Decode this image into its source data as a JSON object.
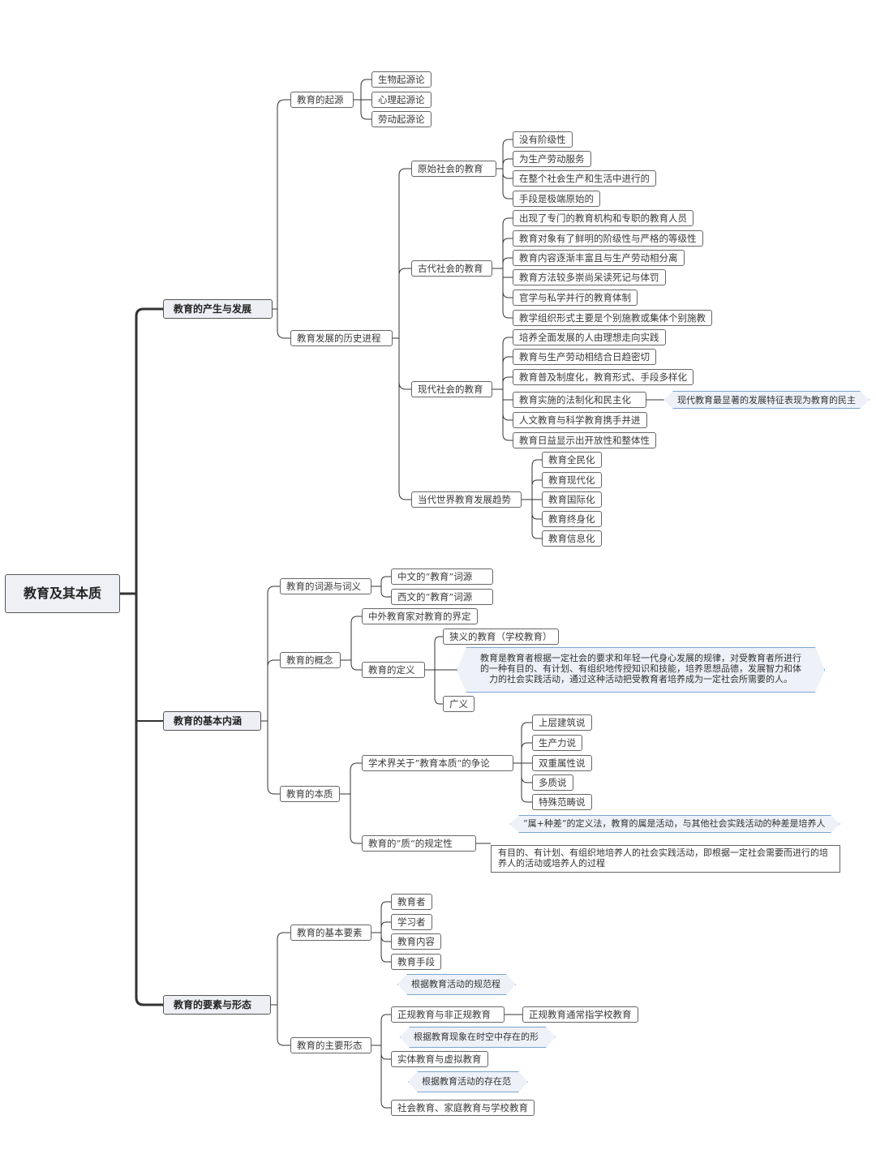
{
  "root": "教育及其本质",
  "branches": {
    "b1": "教育的产生与发展",
    "b2": "教育的基本内涵",
    "b3": "教育的要素与形态"
  },
  "origin": {
    "title": "教育的起源",
    "items": [
      "生物起源论",
      "心理起源论",
      "劳动起源论"
    ]
  },
  "history": {
    "title": "教育发展的历史进程",
    "primitive": {
      "title": "原始社会的教育",
      "items": [
        "没有阶级性",
        "为生产劳动服务",
        "在整个社会生产和生活中进行的",
        "手段是极端原始的"
      ]
    },
    "ancient": {
      "title": "古代社会的教育",
      "items": [
        "出现了专门的教育机构和专职的教育人员",
        "教育对象有了鲜明的阶级性与严格的等级性",
        "教育内容逐渐丰富且与生产劳动相分离",
        "教育方法较多崇尚呆读死记与体罚",
        "官学与私学并行的教育体制",
        "教学组织形式主要是个别施教或集体个别施教"
      ]
    },
    "modern": {
      "title": "现代社会的教育",
      "items": [
        "培养全面发展的人由理想走向实践",
        "教育与生产劳动相结合日趋密切",
        "教育普及制度化，教育形式、手段多样化",
        "教育实施的法制化和民主化",
        "人文教育与科学教育携手并进",
        "教育日益显示出开放性和整体性"
      ],
      "note": "现代教育最显著的发展特征表现为教育的民主化"
    },
    "trend": {
      "title": "当代世界教育发展趋势",
      "items": [
        "教育全民化",
        "教育现代化",
        "教育国际化",
        "教育终身化",
        "教育信息化"
      ]
    }
  },
  "etymology": {
    "title": "教育的词源与词义",
    "items": [
      "中文的“教育”词源",
      "西文的“教育”词源"
    ]
  },
  "concept": {
    "title": "教育的概念",
    "scholars": "中外教育家对教育的界定",
    "definition": "教育的定义",
    "narrow": "狭义的教育（学校教育）",
    "narrow_text": "教育是教育者根据一定社会的要求和年轻一代身心发展的规律，对受教育者所进行的一种有目的、有计划、有组织地传授知识和技能，培养思想品德，发展智力和体力的社会实践活动，通过这种活动把受教育者培养成为一定社会所需要的人。",
    "broad": "广义"
  },
  "essence": {
    "title": "教育的本质",
    "debate": "学术界关于”教育本质“的争论",
    "debate_items": [
      "上层建筑说",
      "生产力说",
      "双重属性说",
      "多质说",
      "特殊范畴说"
    ],
    "quality": "教育的”质“的规定性",
    "quality_note": "”属+种差“的定义法，教育的属是活动，与其他社会实践活动的种差是培养人",
    "quality_text": "有目的、有计划、有组织地培养人的社会实践活动，即根据一定社会需要而进行的培养人的活动或培养人的过程"
  },
  "elements": {
    "title": "教育的基本要素",
    "items": [
      "教育者",
      "学习者",
      "教育内容",
      "教育手段"
    ]
  },
  "forms": {
    "title": "教育的主要形态",
    "f1_basis": "根据教育活动的规范程度",
    "f1": "正规教育与非正规教育",
    "f1_note": "正规教育通常指学校教育",
    "f2_basis": "根据教育现象在时空中存在的形态",
    "f2": "实体教育与虚拟教育",
    "f3_basis": "根据教育活动的存在范围",
    "f3": "社会教育、家庭教育与学校教育"
  }
}
